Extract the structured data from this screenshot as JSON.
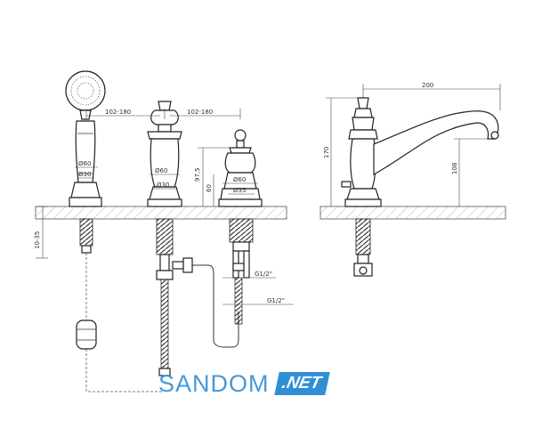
{
  "dimensions": {
    "spread_left": "102-180",
    "spread_right": "102-180",
    "phi60_handshower": "Ø60",
    "phi30_handshower": "Ø30",
    "phi60_spout": "Ø60",
    "phi30_spout": "Ø30",
    "phi60_valve": "Ø60",
    "phi35_valve": "Ø35",
    "height_97_5": "97,5",
    "height_60": "60",
    "deck_range": "10-35",
    "thread_top": "G1/2\"",
    "thread_bottom": "G1/2\"",
    "side_width_200": "200",
    "side_height_170": "170",
    "side_height_108": "108"
  },
  "watermark": {
    "brand": "SANDOM",
    "suffix": ".NET",
    "brand_color": "#2f8fd6",
    "suffix_bg": "#2f8fd6",
    "suffix_color": "#ffffff"
  }
}
